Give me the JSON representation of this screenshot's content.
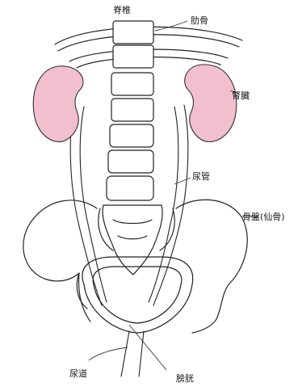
{
  "labels": {
    "spine": "脊椎",
    "rib": "肋骨",
    "kidney": "腎臓",
    "ureter": "尿管",
    "pelvis": "骨盤(仙骨)",
    "urethra": "尿道",
    "bladder": "膀胱"
  },
  "colors": {
    "kidney_fill": "#f2bfcf",
    "line": "#222222",
    "background": "#ffffff"
  }
}
